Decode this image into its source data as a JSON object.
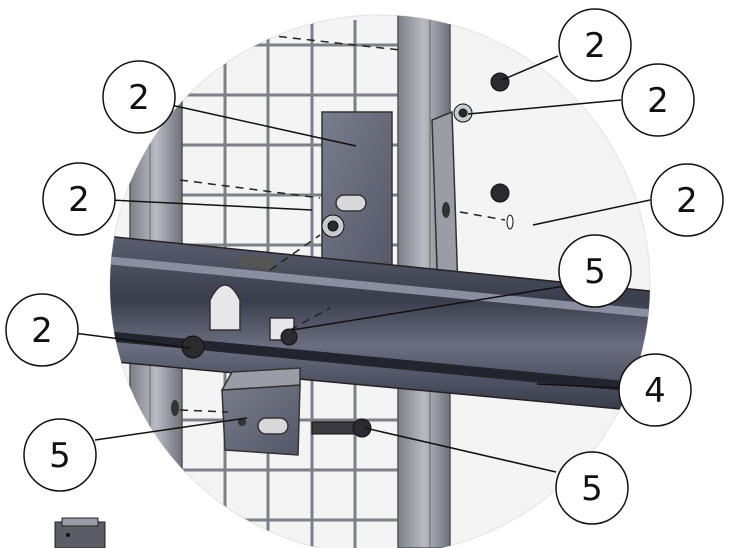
{
  "callouts": [
    {
      "id": "c1",
      "label": "2"
    },
    {
      "id": "c2",
      "label": "2"
    },
    {
      "id": "c3",
      "label": "2"
    },
    {
      "id": "c4",
      "label": "2"
    },
    {
      "id": "c5",
      "label": "2"
    },
    {
      "id": "c6",
      "label": "2"
    },
    {
      "id": "c7",
      "label": "5"
    },
    {
      "id": "c8",
      "label": "4"
    },
    {
      "id": "c9",
      "label": "5"
    },
    {
      "id": "c10",
      "label": "5"
    }
  ],
  "colors": {
    "frame": "#8f929a",
    "frame_dark": "#55585f",
    "rail": "#3f4250",
    "rail_light": "#6c7080",
    "plate": "#6e7180",
    "mesh": "#7d8088",
    "hardware": "#2b2b2f"
  }
}
